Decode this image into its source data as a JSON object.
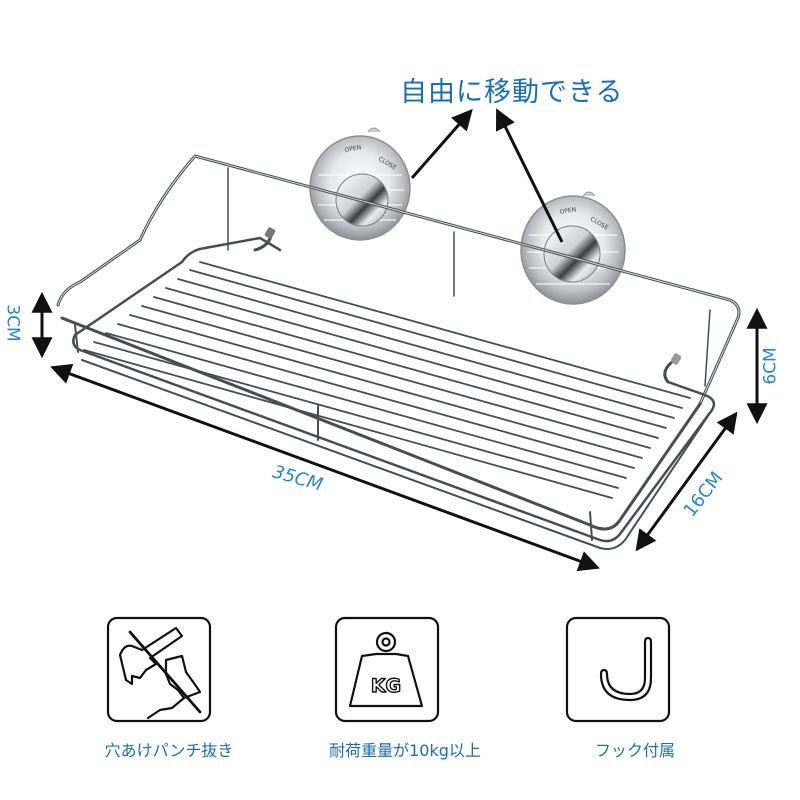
{
  "headline": "自由に移動できる",
  "dimensions": {
    "height_front": "3CM",
    "height_back": "6CM",
    "length": "35CM",
    "depth": "16CM"
  },
  "suction_cups": [
    {
      "open_label": "OPEN",
      "close_label": "CLOSE"
    },
    {
      "open_label": "OPEN",
      "close_label": "CLOSE"
    }
  ],
  "features": [
    {
      "icon": "no-drill-icon",
      "label": "穴あけパンチ抜き"
    },
    {
      "icon": "weight-kg-icon",
      "label": "耐荷重量が10kg以上",
      "icon_text": "KG"
    },
    {
      "icon": "hook-icon",
      "label": "フック付属"
    }
  ],
  "colors": {
    "text_blue": "#1a6fb4",
    "dim_blue": "#2a86cc",
    "wire": "#555555",
    "icon_stroke": "#111111"
  }
}
